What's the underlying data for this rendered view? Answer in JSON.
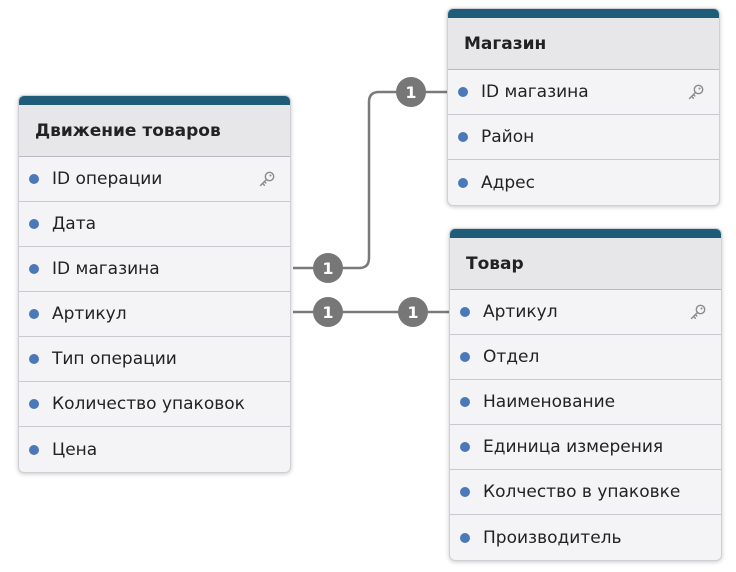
{
  "tables": {
    "movement": {
      "title": "Движение товаров",
      "rows": [
        {
          "label": "ID операции",
          "is_key": true
        },
        {
          "label": "Дата",
          "is_key": false
        },
        {
          "label": "ID магазина",
          "is_key": false
        },
        {
          "label": "Артикул",
          "is_key": false
        },
        {
          "label": "Тип операции",
          "is_key": false
        },
        {
          "label": "Количество упаковок",
          "is_key": false
        },
        {
          "label": "Цена",
          "is_key": false
        }
      ]
    },
    "store": {
      "title": "Магазин",
      "rows": [
        {
          "label": "ID магазина",
          "is_key": true
        },
        {
          "label": "Район",
          "is_key": false
        },
        {
          "label": "Адрес",
          "is_key": false
        }
      ]
    },
    "product": {
      "title": "Товар",
      "rows": [
        {
          "label": "Артикул",
          "is_key": true
        },
        {
          "label": "Отдел",
          "is_key": false
        },
        {
          "label": "Наименование",
          "is_key": false
        },
        {
          "label": "Единица измерения",
          "is_key": false
        },
        {
          "label": "Колчество в упаковке",
          "is_key": false
        },
        {
          "label": "Производитель",
          "is_key": false
        }
      ]
    }
  },
  "relationships": [
    {
      "from": "Движение товаров.ID магазина",
      "to": "Магазин.ID магазина",
      "from_cardinality": "1",
      "to_cardinality": "1"
    },
    {
      "from": "Движение товаров.Артикул",
      "to": "Товар.Артикул",
      "from_cardinality": "1",
      "to_cardinality": "1"
    }
  ],
  "icons": {
    "key": "key-icon",
    "field": "field-dot-icon"
  },
  "colors": {
    "header_bar": "#1f5c78",
    "dot": "#4a78b8",
    "badge": "#777777",
    "connector": "#7a7a7a"
  }
}
